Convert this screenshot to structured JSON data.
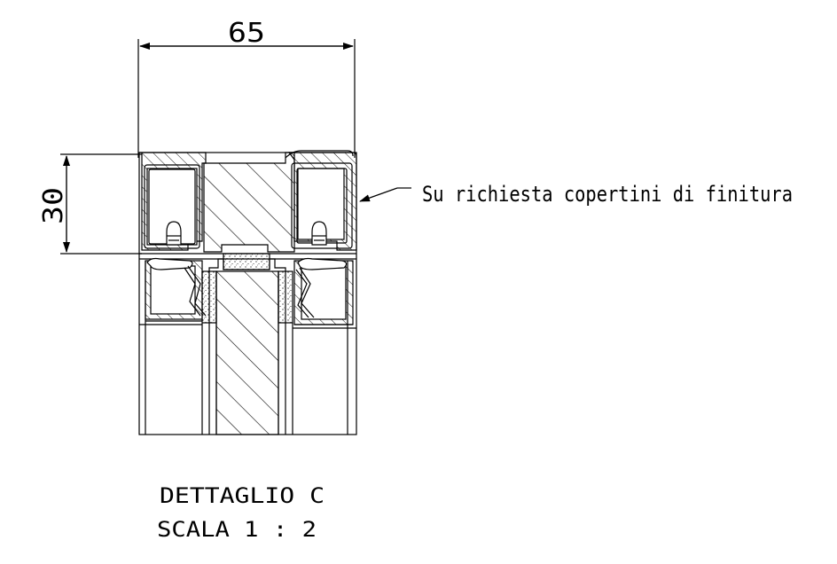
{
  "drawing": {
    "dimensions": {
      "width_label": "65",
      "height_label": "30"
    },
    "note": "Su richiesta copertini di finitura",
    "caption": {
      "line1": "DETTAGLIO C",
      "line2": "SCALA 1 : 2"
    },
    "colors": {
      "line": "#000000",
      "background": "#ffffff"
    }
  }
}
